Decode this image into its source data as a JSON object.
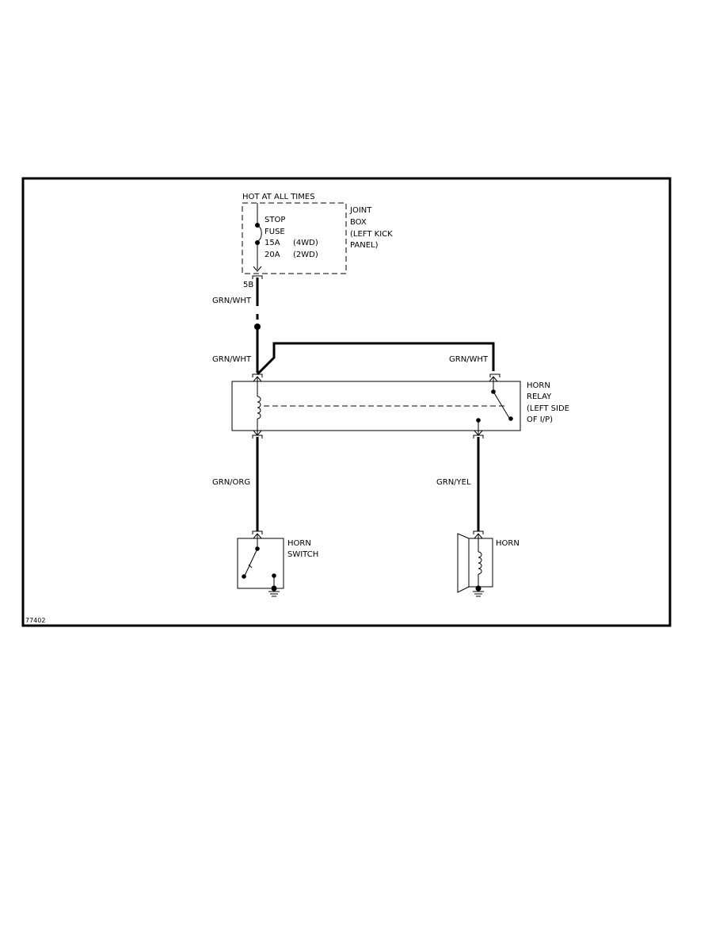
{
  "figure_id": "77402",
  "power": {
    "label": "HOT AT ALL TIMES",
    "fuse_name_1": "STOP",
    "fuse_name_2": "FUSE",
    "rating_1": "15A",
    "variant_1": "(4WD)",
    "rating_2": "20A",
    "variant_2": "(2WD)"
  },
  "joint_box": {
    "line1": "JOINT",
    "line2": "BOX",
    "line3": "(LEFT KICK",
    "line4": "PANEL)"
  },
  "connector": {
    "pin": "5B"
  },
  "wires": {
    "feed_upper": "GRN/WHT",
    "feed_lower": "GRN/WHT",
    "relay_switch_feed": "GRN/WHT",
    "switch_wire": "GRN/ORG",
    "horn_wire": "GRN/YEL"
  },
  "relay": {
    "line1": "HORN",
    "line2": "RELAY",
    "line3": "(LEFT SIDE",
    "line4": "OF I/P)"
  },
  "horn_switch": {
    "line1": "HORN",
    "line2": "SWITCH"
  },
  "horn": {
    "label": "HORN"
  },
  "colors": {
    "ink": "#000000",
    "background": "#ffffff"
  }
}
